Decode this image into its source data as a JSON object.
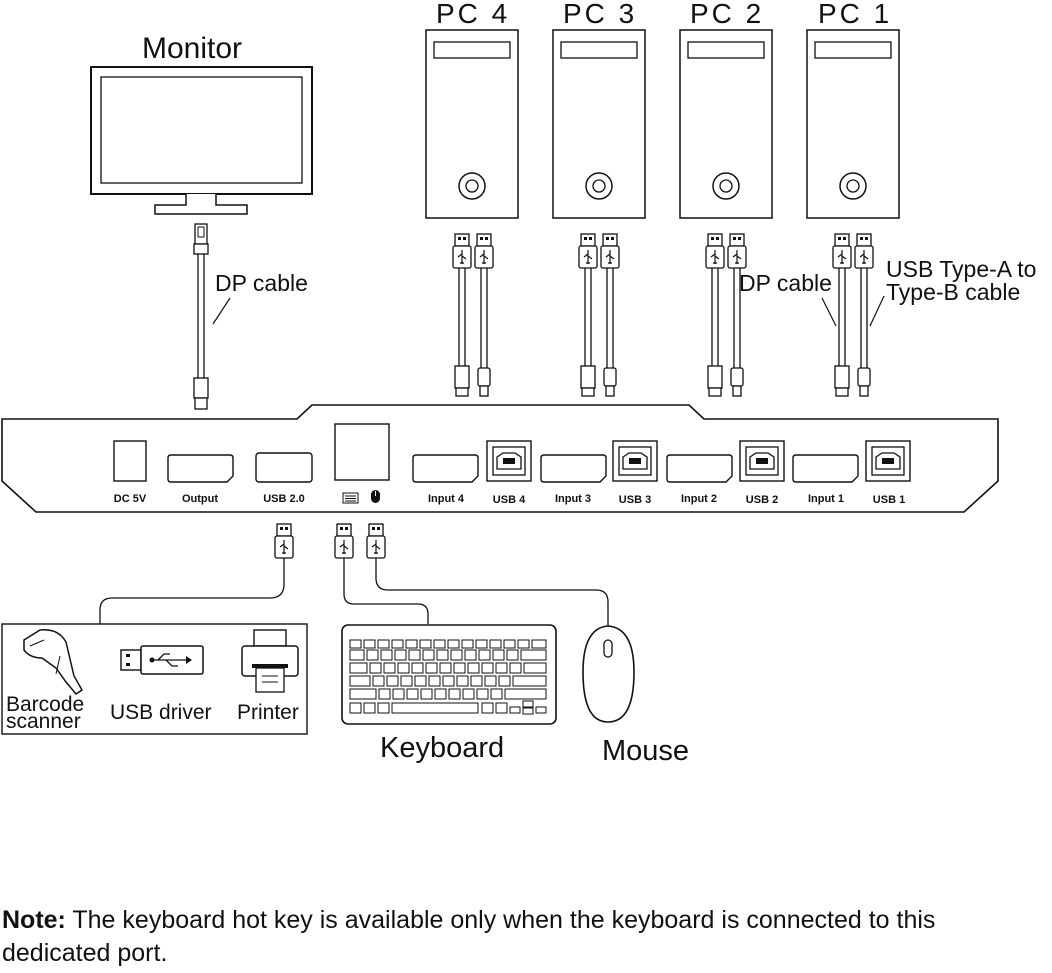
{
  "labels": {
    "monitor": "Monitor",
    "pc4": "PC 4",
    "pc3": "PC 3",
    "pc2": "PC 2",
    "pc1": "PC 1",
    "dp_cable_left": "DP cable",
    "dp_cable_right": "DP cable",
    "usb_cable_line1": "USB Type-A to",
    "usb_cable_line2": "Type-B cable",
    "barcode_line1": "Barcode",
    "barcode_line2": "scanner",
    "usb_driver": "USB driver",
    "printer": "Printer",
    "keyboard": "Keyboard",
    "mouse": "Mouse"
  },
  "ports": {
    "dc5v": "DC 5V",
    "output": "Output",
    "usb20": "USB 2.0",
    "input4": "Input 4",
    "usb4": "USB 4",
    "input3": "Input 3",
    "usb3": "USB 3",
    "input2": "Input 2",
    "usb2": "USB 2",
    "input1": "Input 1",
    "usb1": "USB 1"
  },
  "note": {
    "bold": "Note:",
    "text": " The keyboard hot key is available only when the keyboard is connected to this dedicated port."
  }
}
